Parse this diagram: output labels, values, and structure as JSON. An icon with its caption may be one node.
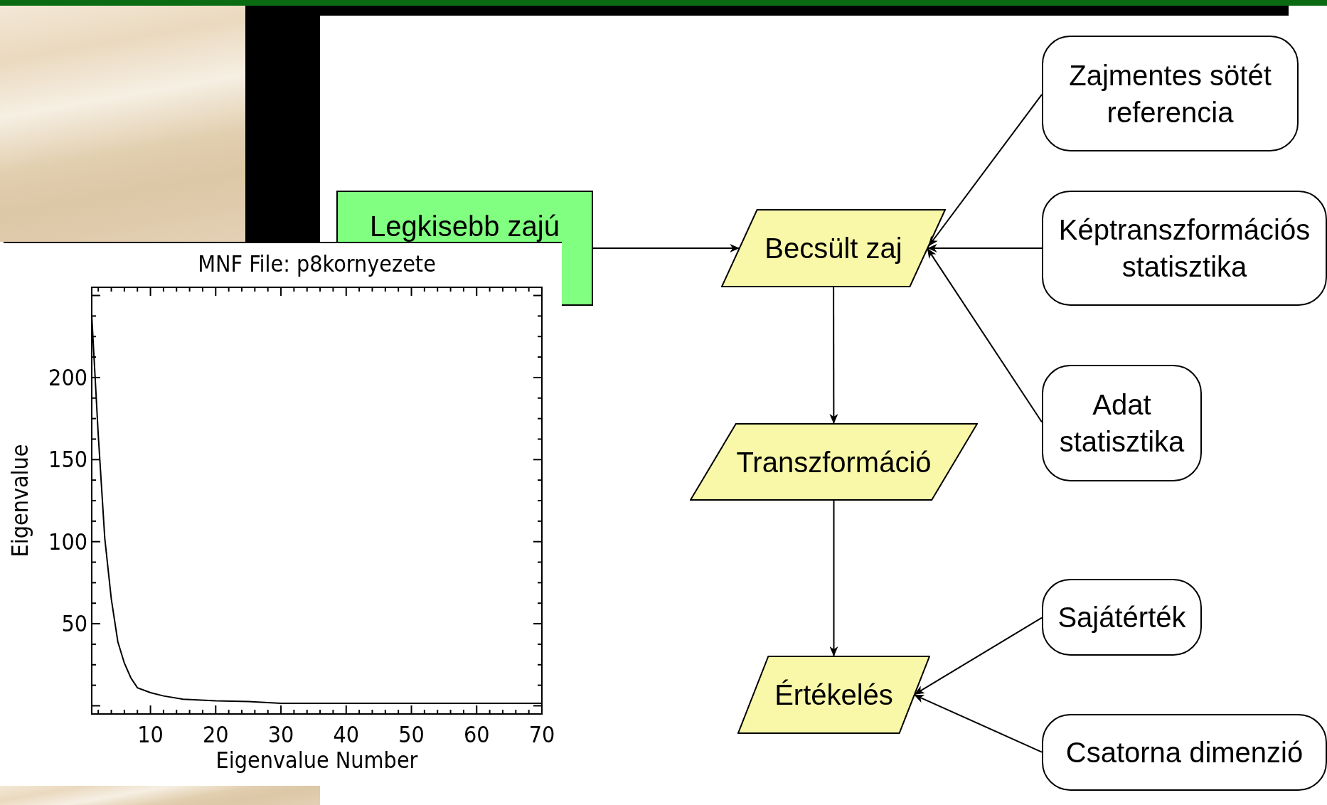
{
  "diagram": {
    "nodes": [
      {
        "text": [
          "Legkisebb zajú"
        ]
      },
      {
        "text": [
          "Becsült zaj"
        ]
      },
      {
        "text": [
          "Zajmentes sötét referencia"
        ]
      },
      {
        "text": [
          "Képtranszformációs statisztika"
        ]
      },
      {
        "text": [
          "Adat statisztika"
        ]
      },
      {
        "text": [
          "Transzformáció"
        ]
      },
      {
        "text": [
          "Értékelés"
        ]
      },
      {
        "text": [
          "Sajátérték"
        ]
      },
      {
        "text": [
          "Csatorna dimenzió"
        ]
      }
    ],
    "edges": [
      {
        "from": 0,
        "to": 1,
        "arrow": "to"
      },
      {
        "from": 2,
        "to": 1,
        "arrow": "to"
      },
      {
        "from": 3,
        "to": 1,
        "arrow": "to"
      },
      {
        "from": 4,
        "to": 1,
        "arrow": "to"
      },
      {
        "from": 1,
        "to": 5,
        "arrow": "to"
      },
      {
        "from": 5,
        "to": 6,
        "arrow": "to"
      },
      {
        "from": 7,
        "to": 6,
        "arrow": "to"
      },
      {
        "from": 8,
        "to": 6,
        "arrow": "to"
      }
    ],
    "chart_data": {
      "type": "line",
      "title": "MNF File: p8kornyezete",
      "xlabel": "Eigenvalue Number",
      "ylabel": "Eigenvalue",
      "x": [
        1,
        2,
        3,
        4,
        5,
        6,
        7,
        8,
        10,
        12,
        15,
        20,
        25,
        30,
        40,
        50,
        60,
        70
      ],
      "series": [
        {
          "color": "#000000",
          "values": [
            238,
            165,
            102,
            65,
            39,
            26,
            17,
            11,
            8,
            6,
            4,
            3,
            2.6,
            1.5,
            1.5,
            1.5,
            1.5,
            1.5
          ]
        }
      ],
      "xlim": [
        1,
        70
      ],
      "ylim": [
        -5,
        255
      ],
      "xticks": [
        10,
        20,
        30,
        40,
        50,
        60,
        70
      ],
      "yticks": [
        50,
        100,
        150,
        200
      ]
    }
  }
}
